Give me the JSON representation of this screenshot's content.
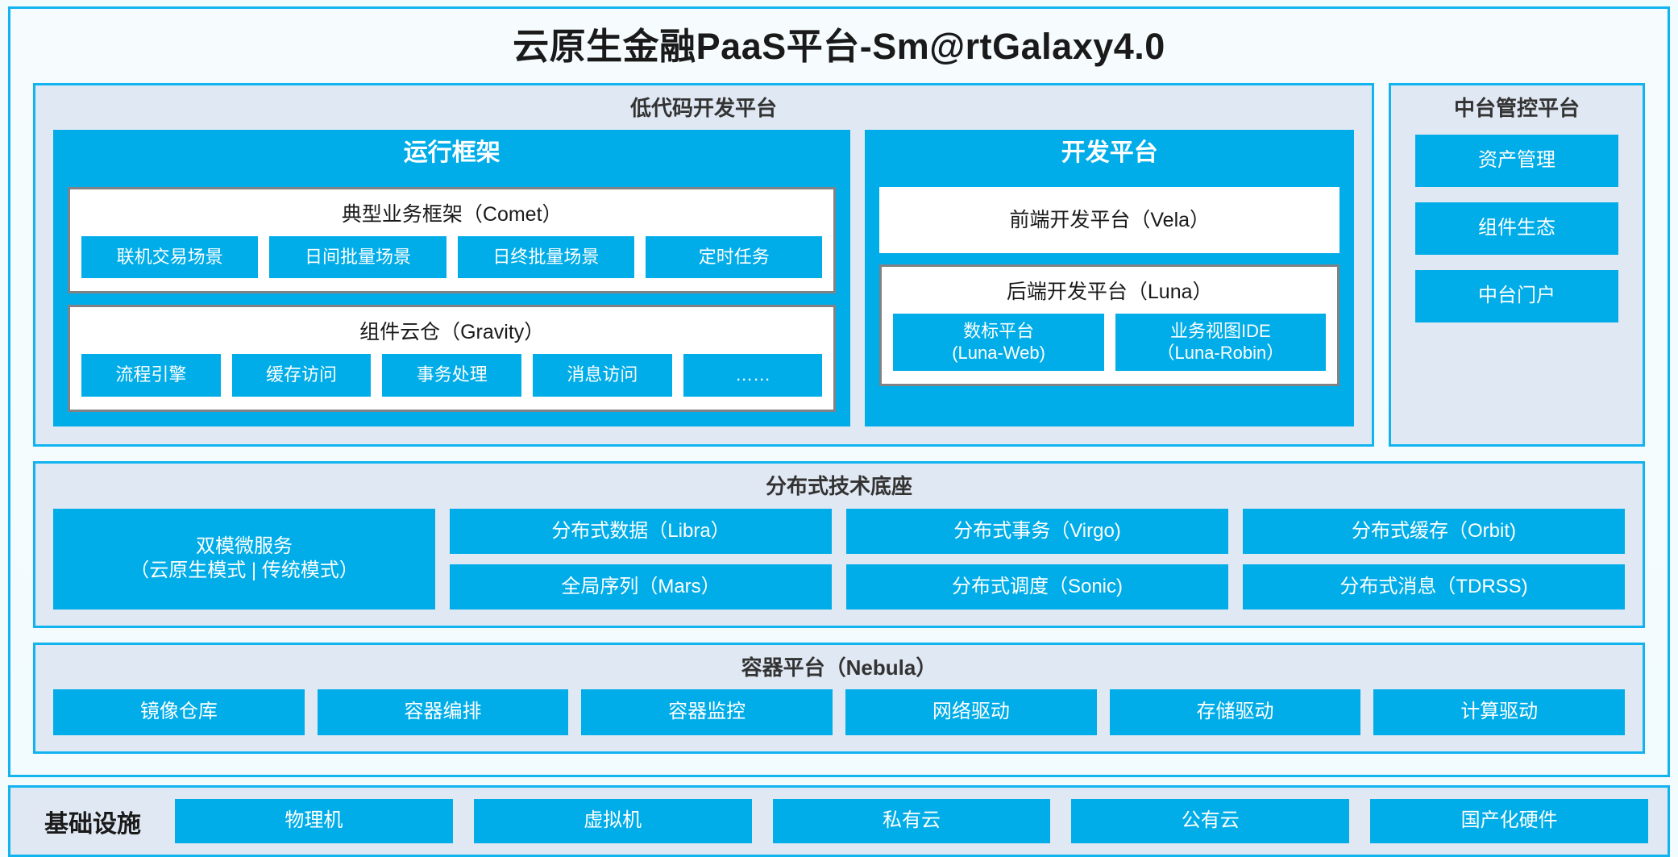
{
  "platform": {
    "title": "云原生金融PaaS平台-Sm@rtGalaxy4.0",
    "accent_blue": "#00ade8",
    "border_blue": "#12b4ef",
    "panel_bg": "#e0e8f3",
    "inner_border_gray": "#808285"
  },
  "lowcode": {
    "title": "低代码开发平台",
    "runtime": {
      "title": "运行框架",
      "comet": {
        "title": "典型业务框架（Comet）",
        "items": [
          "联机交易场景",
          "日间批量场景",
          "日终批量场景",
          "定时任务"
        ]
      },
      "gravity": {
        "title": "组件云仓（Gravity）",
        "items": [
          "流程引擎",
          "缓存访问",
          "事务处理",
          "消息访问",
          "……"
        ]
      }
    },
    "devplat": {
      "title": "开发平台",
      "frontend": {
        "title": "前端开发平台（Vela）"
      },
      "backend": {
        "title": "后端开发平台（Luna）",
        "items": [
          {
            "line1": "数标平台",
            "line2": "(Luna-Web)"
          },
          {
            "line1": "业务视图IDE",
            "line2": "（Luna-Robin）"
          }
        ]
      }
    }
  },
  "midoffice": {
    "title": "中台管控平台",
    "items": [
      "资产管理",
      "组件生态",
      "中台门户"
    ]
  },
  "techbase": {
    "title": "分布式技术底座",
    "microservice": {
      "line1": "双模微服务",
      "line2": "（云原生模式 | 传统模式）"
    },
    "columns": [
      [
        "分布式数据（Libra）",
        "全局序列（Mars）"
      ],
      [
        "分布式事务（Virgo)",
        "分布式调度（Sonic)"
      ],
      [
        "分布式缓存（Orbit)",
        "分布式消息（TDRSS)"
      ]
    ]
  },
  "containerplat": {
    "title": "容器平台（Nebula）",
    "items": [
      "镜像仓库",
      "容器编排",
      "容器监控",
      "网络驱动",
      "存储驱动",
      "计算驱动"
    ]
  },
  "infrastructure": {
    "label": "基础设施",
    "items": [
      "物理机",
      "虚拟机",
      "私有云",
      "公有云",
      "国产化硬件"
    ]
  }
}
